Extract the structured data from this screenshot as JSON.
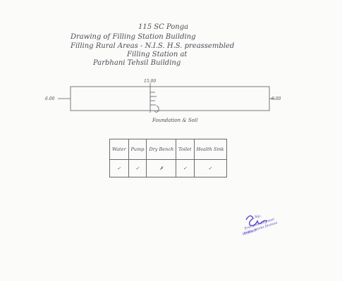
{
  "note": {
    "line1": "115 SC Ponga",
    "line2": "Drawing of Filling Station Building",
    "line3": "Filling Rural Areas - N.I.S. H.S. preassembled",
    "line4": "Filling Station at",
    "line5": "Parbhani Tehsil Building"
  },
  "sketch": {
    "top_dimension": "15.00",
    "left_dimension": "6.00",
    "right_dimension": "6.00",
    "soil_label": "Foundation & Soil"
  },
  "checklist": {
    "headers": [
      "Water",
      "Pump",
      "Dry Bench",
      "Toilet",
      "Health Sink"
    ],
    "marks": [
      "✓",
      "✓",
      "✗",
      "✓",
      "✓"
    ]
  },
  "stamp": {
    "signature": "Sd/-",
    "line1": "Executive Engineer",
    "line2": "Public Works Division",
    "line3": "Parbhani"
  },
  "colors": {
    "ink": "#4b4b57",
    "stamp": "#5a3fc4"
  }
}
